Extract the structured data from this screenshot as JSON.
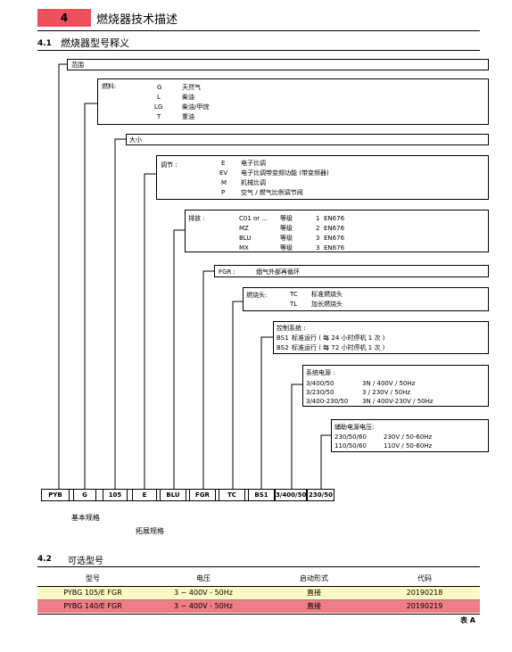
{
  "chapter": {
    "number": "4",
    "title": "燃烧器技术描述"
  },
  "section1": {
    "number": "4.1",
    "title": "燃烧器型号释义"
  },
  "boxes": {
    "range": {
      "label": "范围"
    },
    "fuel": {
      "label": "燃料:",
      "items": [
        {
          "code": "G",
          "desc": "天然气"
        },
        {
          "code": "L",
          "desc": "柴油"
        },
        {
          "code": "LG",
          "desc": "柴油/甲烷"
        },
        {
          "code": "T",
          "desc": "重油"
        }
      ]
    },
    "size": {
      "label": "大小"
    },
    "regulation": {
      "label": "调节 :",
      "items": [
        {
          "code": "E",
          "desc": "电子比调"
        },
        {
          "code": "EV",
          "desc": "电子比调带变频功能 (带变频器)"
        },
        {
          "code": "M",
          "desc": "机械比调"
        },
        {
          "code": "P",
          "desc": "空气 / 燃气比例调节阀"
        }
      ]
    },
    "emission": {
      "label": "排放 :",
      "items": [
        {
          "code": "C01 or ...",
          "grade": "等级",
          "num": "1",
          "std": "EN676"
        },
        {
          "code": "MZ",
          "grade": "等级",
          "num": "2",
          "std": "EN676"
        },
        {
          "code": "BLU",
          "grade": "等级",
          "num": "3",
          "std": "EN676"
        },
        {
          "code": "MX",
          "grade": "等级",
          "num": "3",
          "std": "EN676"
        }
      ]
    },
    "fgr": {
      "code": "FGR :",
      "desc": "烟气外部再循环"
    },
    "head": {
      "label": "燃烧头:",
      "items": [
        {
          "code": "TC",
          "desc": "标准燃烧头"
        },
        {
          "code": "TL",
          "desc": "加长燃烧头"
        }
      ]
    },
    "control": {
      "label": "控制系统 :",
      "items": [
        {
          "code": "BS1",
          "desc": "标准运行 ( 每 24 小时停机 1 次 )"
        },
        {
          "code": "BS2",
          "desc": "标准运行 ( 每 72 小时停机 1 次 )"
        }
      ]
    },
    "power": {
      "label": "系统电源 :",
      "items": [
        {
          "code": "3/400/50",
          "desc": "3N / 400V / 50Hz"
        },
        {
          "code": "3/230/50",
          "desc": "3 / 230V / 50Hz"
        },
        {
          "code": "3/400-230/50",
          "desc": "3N / 400V-230V / 50Hz"
        }
      ]
    },
    "aux": {
      "label": "辅助电源电压:",
      "items": [
        {
          "code": "230/50/60",
          "desc": "230V / 50-60Hz"
        },
        {
          "code": "110/50/60",
          "desc": "110V / 50-60Hz"
        }
      ]
    }
  },
  "codes": [
    "PYB",
    "G",
    "105",
    "E",
    "BLU",
    "FGR",
    "TC",
    "BS1",
    "3/400/50",
    "230/50"
  ],
  "notes": {
    "basic": "基本规格",
    "extended": "拓展规格"
  },
  "section2": {
    "number": "4.2",
    "title": "可选型号"
  },
  "table": {
    "headers": [
      "型号",
      "电压",
      "启动形式",
      "代码"
    ],
    "rows": [
      [
        "PYBG 105/E FGR",
        "3 ~ 400V - 50Hz",
        "直接",
        "20190218"
      ],
      [
        "PYBG 140/E FGR",
        "3 ~ 400V - 50Hz",
        "直接",
        "20190219"
      ]
    ],
    "row_colors": [
      "#fdf8c4",
      "#f07d86"
    ],
    "note": "表 A"
  },
  "colors": {
    "accent": "#f04d5d"
  }
}
